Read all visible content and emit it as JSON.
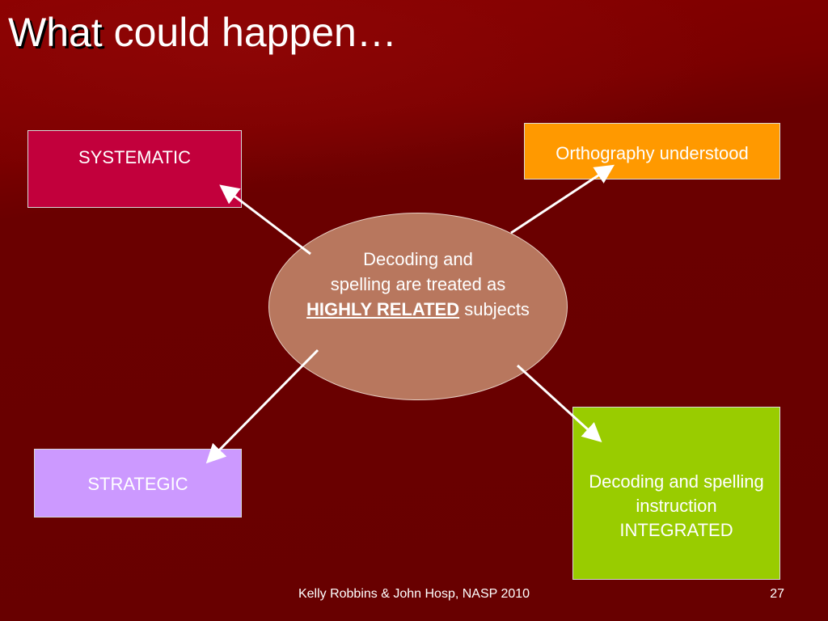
{
  "slide": {
    "title_word1": "What",
    "title_rest": " could happen…",
    "footer": "Kelly Robbins & John Hosp,  NASP 2010",
    "page_number": "27"
  },
  "center": {
    "line1": "Decoding and",
    "line2": "spelling are treated as",
    "highlight": "HIGHLY RELATED",
    "line3_rest": " subjects",
    "color": "#b8775e"
  },
  "boxes": {
    "systematic": {
      "label": "SYSTEMATIC",
      "color": "#c2003c"
    },
    "orthography": {
      "label": "Orthography understood",
      "color": "#ff9900"
    },
    "strategic": {
      "label": "STRATEGIC",
      "color": "#cc99ff"
    },
    "integrated": {
      "line1": "Decoding and spelling",
      "line2": "instruction",
      "line3": "INTEGRATED",
      "color": "#99cc00"
    }
  },
  "arrow_color": "#ffffff"
}
